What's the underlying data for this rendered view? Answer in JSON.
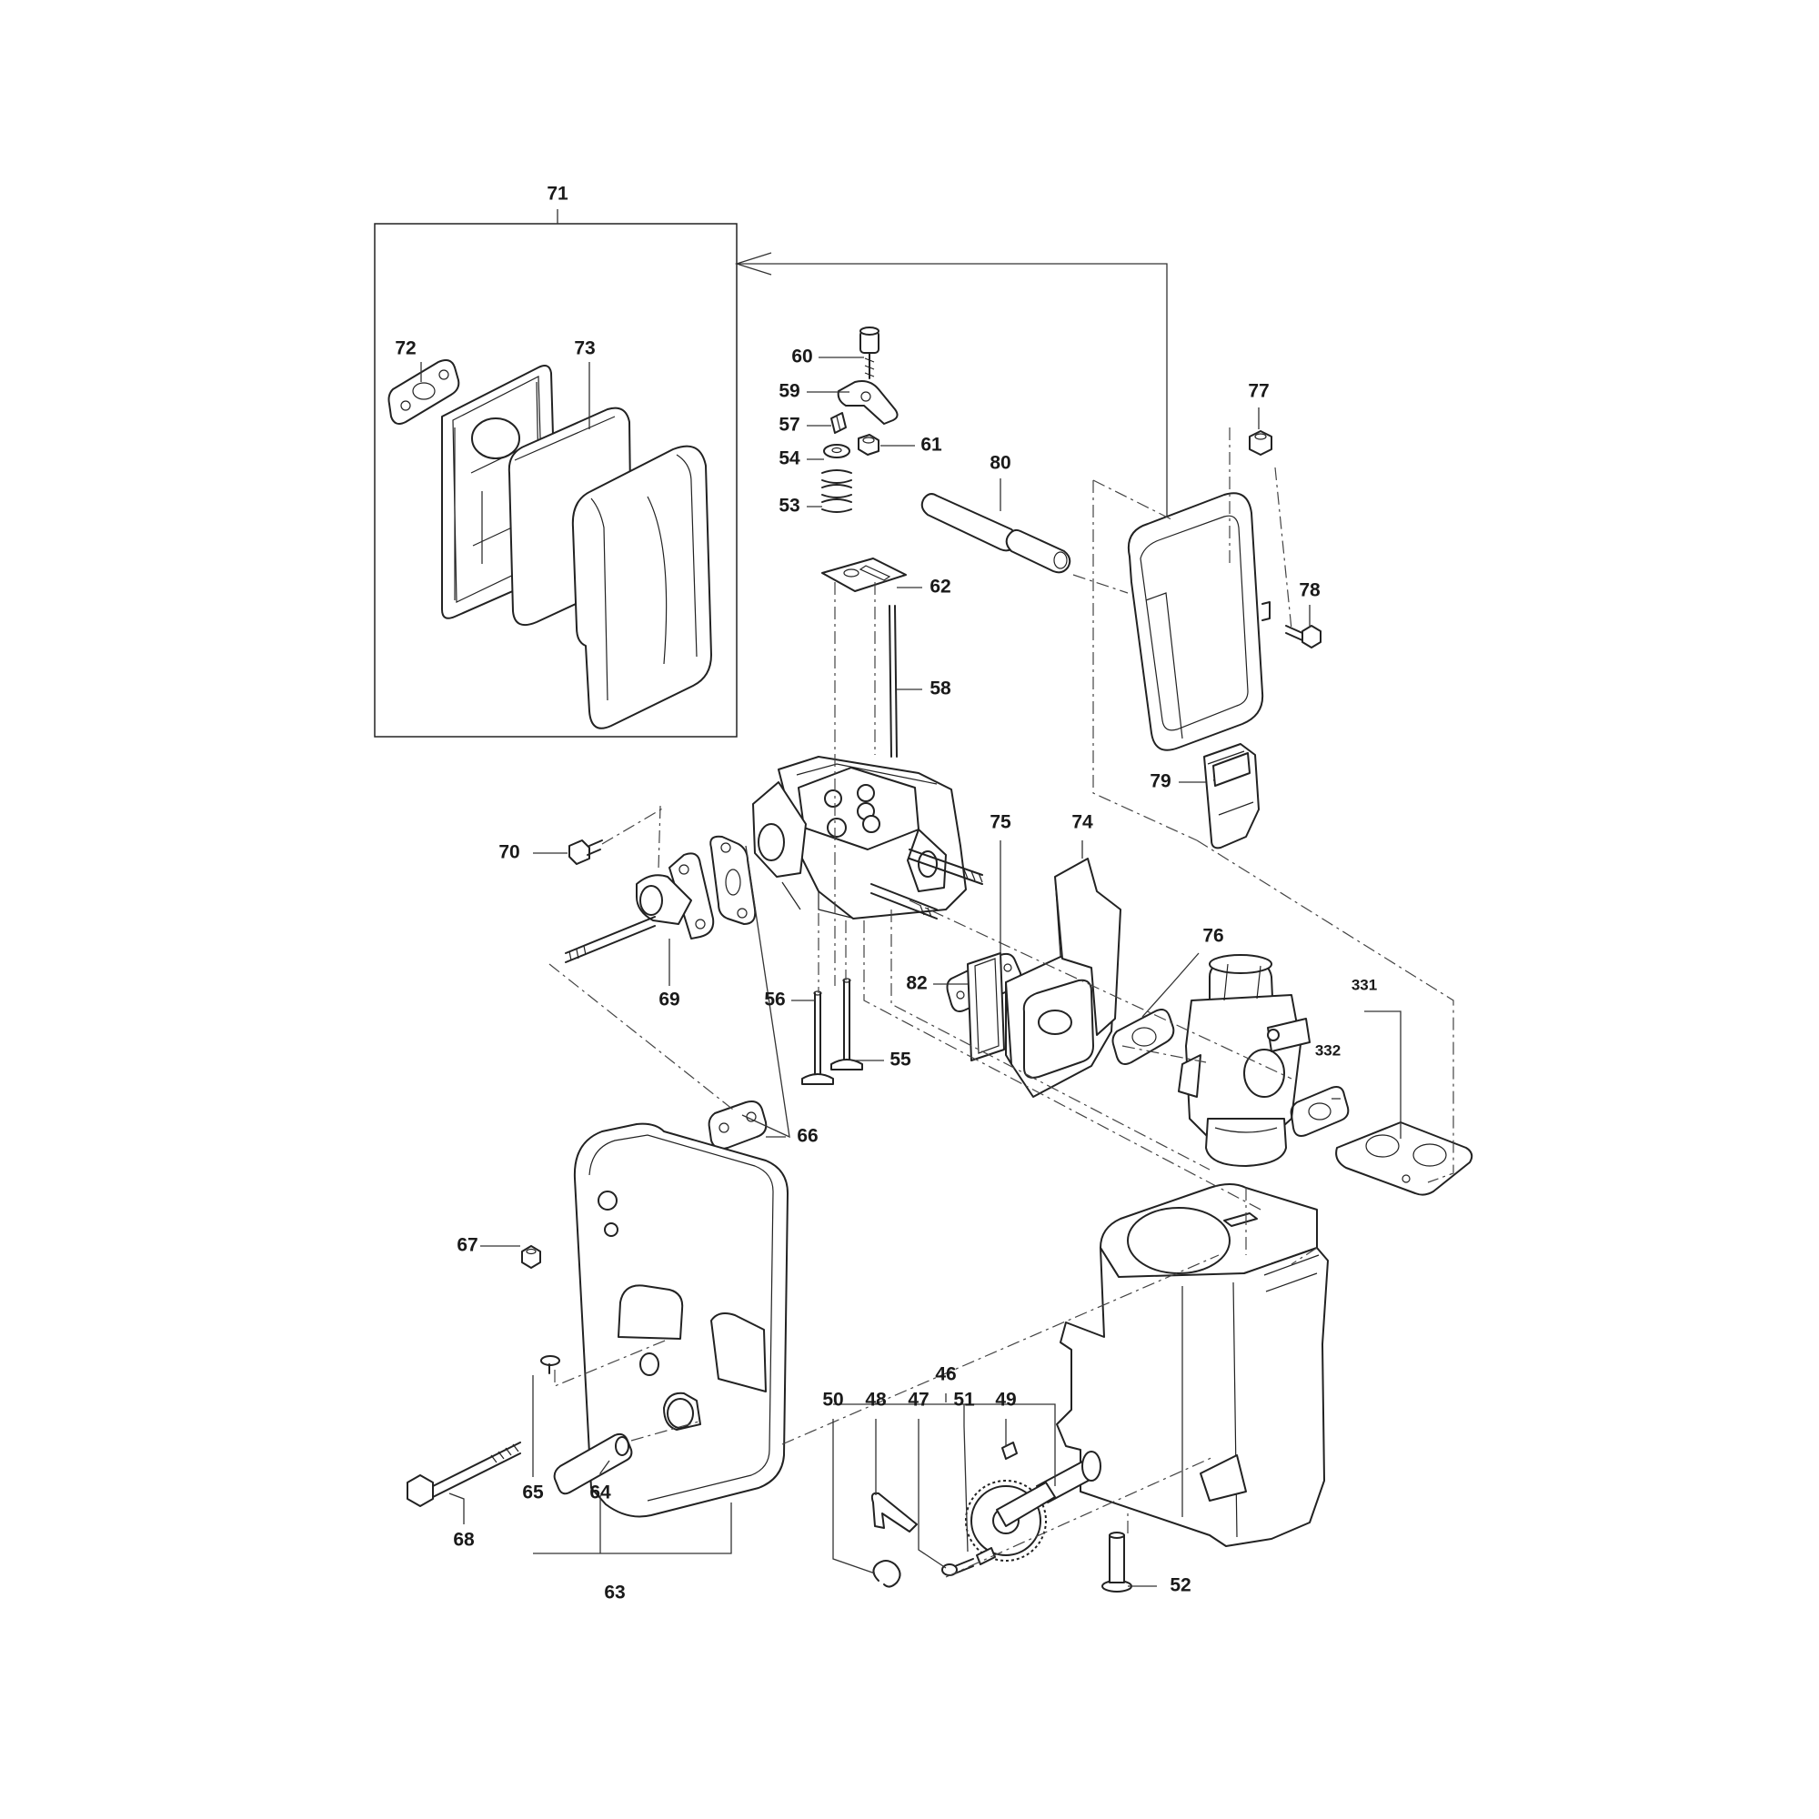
{
  "diagram": {
    "labels": {
      "l71": "71",
      "l72": "72",
      "l73": "73",
      "l60": "60",
      "l59": "59",
      "l57": "57",
      "l54": "54",
      "l61": "61",
      "l53": "53",
      "l62": "62",
      "l58": "58",
      "l80": "80",
      "l77": "77",
      "l78": "78",
      "l79": "79",
      "l70": "70",
      "l69": "69",
      "l56": "56",
      "l55": "55",
      "l75": "75",
      "l74": "74",
      "l82": "82",
      "l76": "76",
      "l331": "331",
      "l332": "332",
      "l66": "66",
      "l67": "67",
      "l46": "46",
      "l50": "50",
      "l48": "48",
      "l47": "47",
      "l51": "51",
      "l49": "49",
      "l65": "65",
      "l64": "64",
      "l68": "68",
      "l63": "63",
      "l52": "52"
    }
  }
}
